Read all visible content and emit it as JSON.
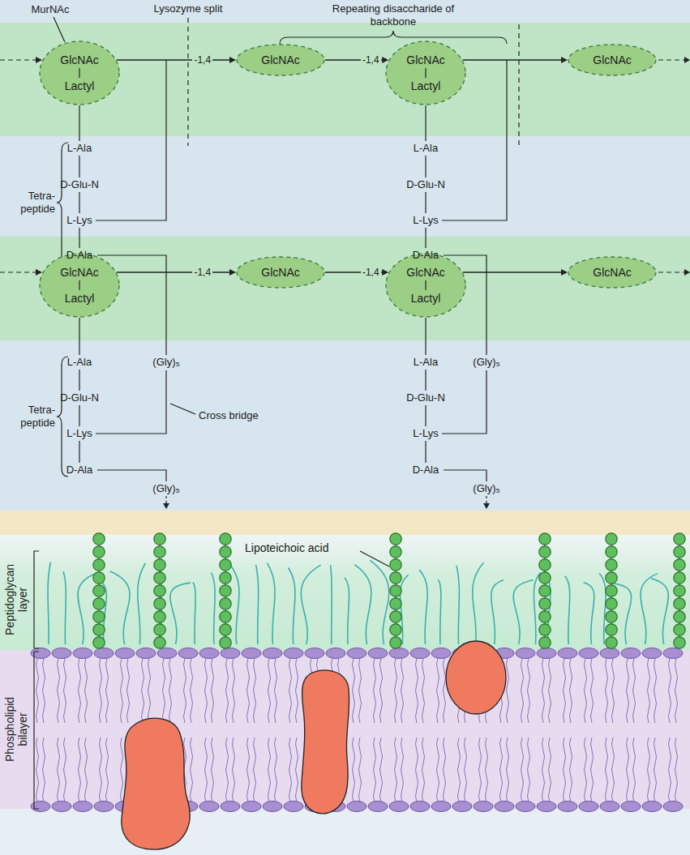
{
  "diagram": {
    "nodes": [
      {
        "text": [
          "GlcNAc",
          "Lactyl"
        ]
      },
      {
        "text": [
          "GlcNAc"
        ]
      },
      {
        "text": [
          "GlcNAc",
          "Lactyl"
        ]
      },
      {
        "text": [
          "GlcNAc"
        ]
      },
      {
        "text": [
          "GlcNAc",
          "Lactyl"
        ]
      },
      {
        "text": [
          "GlcNAc"
        ]
      },
      {
        "text": [
          "GlcNAc",
          "Lactyl"
        ]
      },
      {
        "text": [
          "GlcNAc"
        ]
      }
    ],
    "edges": [
      {
        "from": 0,
        "to": 1,
        "arrow": "to",
        "label": "-1,4"
      },
      {
        "from": 1,
        "to": 2,
        "arrow": "to",
        "label": "-1,4"
      },
      {
        "from": 2,
        "to": 3,
        "arrow": "to"
      },
      {
        "from": 4,
        "to": 5,
        "arrow": "to",
        "label": "-1,4"
      },
      {
        "from": 5,
        "to": 6,
        "arrow": "to",
        "label": "-1,4"
      },
      {
        "from": 6,
        "to": 7,
        "arrow": "to"
      }
    ],
    "labels": [
      "MurNAc",
      "Lysozyme split",
      "Repeating disaccharide of backbone",
      "Tetra- peptide",
      "L-Ala",
      "D-Glu-N",
      "L-Lys",
      "D-Ala",
      "L-Ala",
      "D-Glu-N",
      "L-Lys",
      "D-Ala",
      "(Gly)₅",
      "Tetra- peptide",
      "L-Ala",
      "D-Glu-N",
      "L-Lys",
      "D-Ala",
      "Cross bridge",
      "(Gly)₅",
      "L-Ala",
      "D-Glu-N",
      "L-Lys",
      "D-Ala",
      "(Gly)₅",
      "(Gly)₅",
      "Lipoteichoic acid",
      "Peptidoglycan layer",
      "Phospholipid bilayer"
    ]
  }
}
